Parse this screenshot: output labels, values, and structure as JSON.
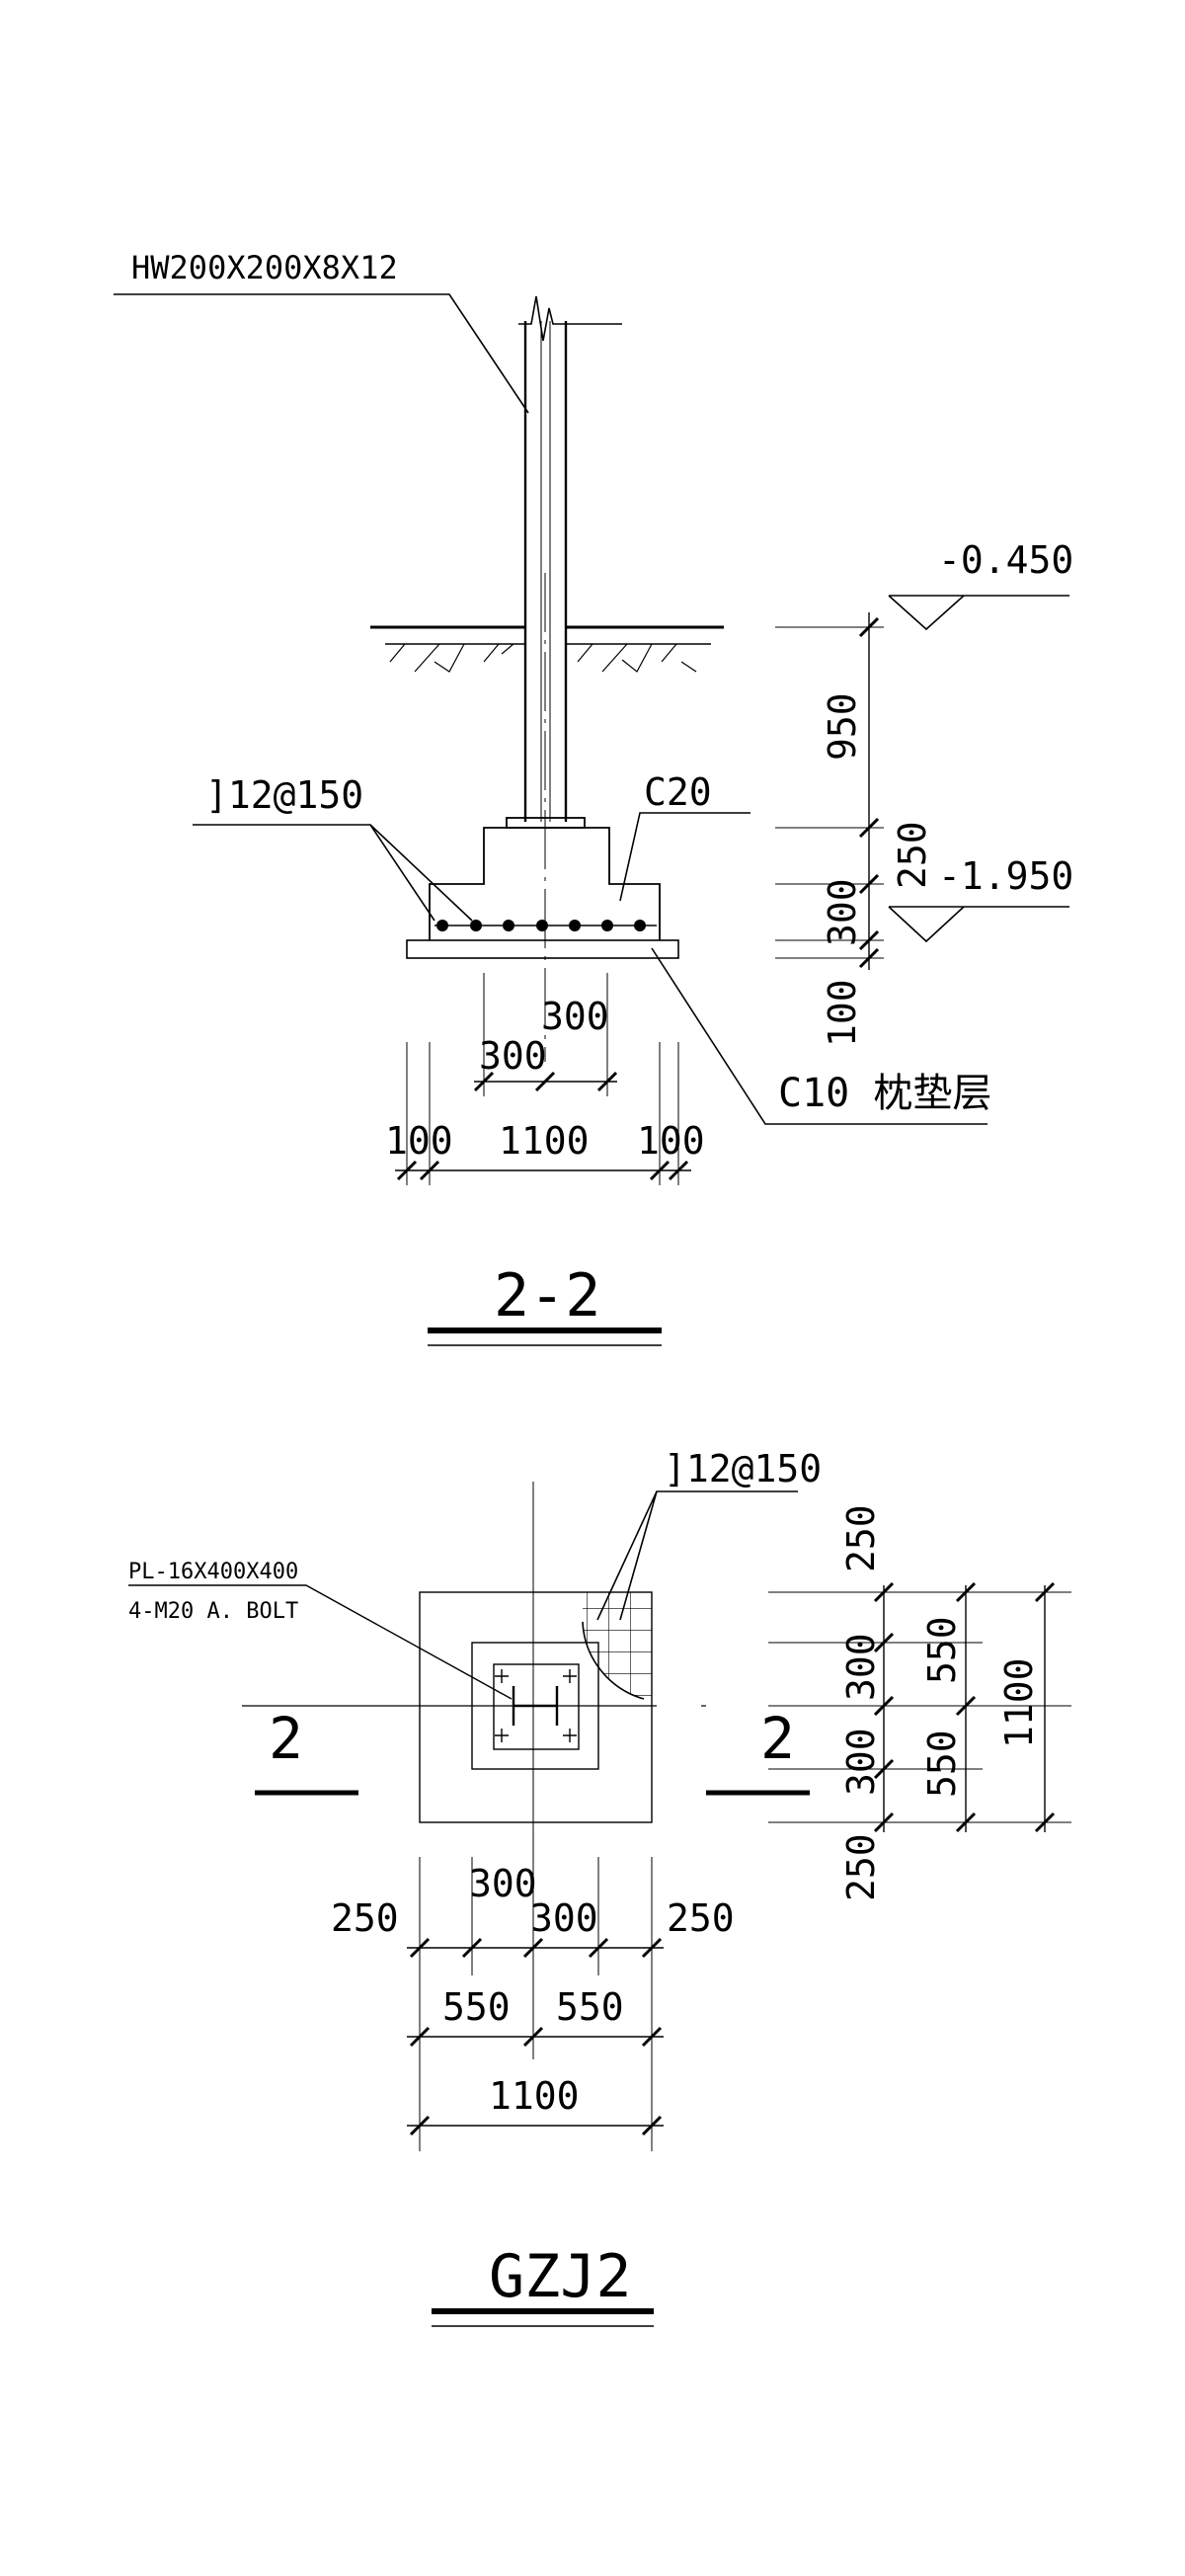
{
  "section": {
    "title": "2-2",
    "steel_section": "HW200X200X8X12",
    "rebar": "]12@150",
    "concrete": "C20",
    "cushion": "C10 枕垫层",
    "levels": {
      "top": "-0.450",
      "bottom": "-1.950"
    },
    "vertical_dims": [
      "950",
      "250",
      "300",
      "100"
    ],
    "horizontal_dims": [
      "300",
      "300",
      "100",
      "1100",
      "100"
    ]
  },
  "plan": {
    "title": "GZJ2",
    "rebar": "]12@150",
    "plate": "PL-16X400X400",
    "bolts": "4-M20 A. BOLT",
    "cut_mark": "2",
    "right_dims_outer": [
      "250",
      "300",
      "300",
      "250"
    ],
    "right_dims_mid": [
      "550",
      "550"
    ],
    "right_dims_total": "1100",
    "bottom_dims_row1": [
      "250",
      "300",
      "300",
      "250"
    ],
    "bottom_dims_row2": [
      "550",
      "550"
    ],
    "bottom_dims_total": "1100"
  },
  "colors": {
    "ink": "#000000",
    "background": "#ffffff"
  }
}
